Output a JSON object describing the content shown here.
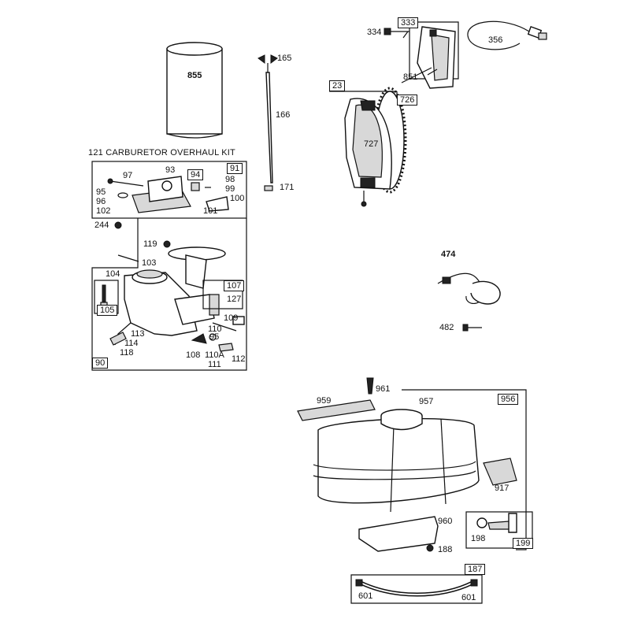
{
  "kit_title": "121 CARBURETOR OVERHAUL KIT",
  "labels": {
    "p855": "855",
    "p165": "165",
    "p166": "166",
    "p171": "171",
    "p334": "334",
    "p333": "333",
    "p356": "356",
    "p851": "851",
    "p23": "23",
    "p726": "726",
    "p727": "727",
    "p97": "97",
    "p93": "93",
    "p94": "94",
    "p91": "91",
    "p95a": "95",
    "p96": "96",
    "p102": "102",
    "p98": "98",
    "p99": "99",
    "p100": "100",
    "p101": "101",
    "p244": "244",
    "p119": "119",
    "p103": "103",
    "p104": "104",
    "p107": "107",
    "p127": "127",
    "p105": "105",
    "p109": "109",
    "p110": "110",
    "p95b": "95",
    "p113": "113",
    "p114": "114",
    "p118": "118",
    "p108": "108",
    "p110A": "110A",
    "p111": "111",
    "p112": "112",
    "p90": "90",
    "p474": "474",
    "p482": "482",
    "p961": "961",
    "p959": "959",
    "p957": "957",
    "p956": "956",
    "p917": "917",
    "p960": "960",
    "p198": "198",
    "p199": "199",
    "p188": "188",
    "p187": "187",
    "p601a": "601",
    "p601b": "601"
  }
}
